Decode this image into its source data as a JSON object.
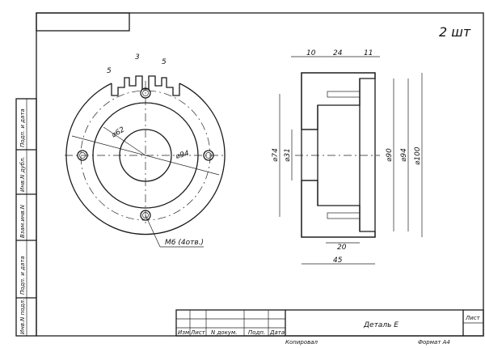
{
  "quantity": "2 шт",
  "front_view": {
    "slot_widths": [
      "5",
      "3",
      "5"
    ],
    "diameters": [
      "⌀62",
      "⌀94"
    ],
    "hole_callout": "M6 (4отв.)"
  },
  "section_view": {
    "top_dims": [
      "10",
      "24",
      "11"
    ],
    "left_diameters": [
      "⌀74",
      "⌀31"
    ],
    "right_diameters": [
      "⌀90",
      "⌀94",
      "⌀100"
    ],
    "bottom_dims": [
      "20",
      "45"
    ]
  },
  "side_strip": [
    "Подп. и дата",
    "Инв.N дубл.",
    "Взам.инв.N",
    "Подп. и дата",
    "Инв.N подл."
  ],
  "title_block": {
    "part_name": "Деталь Е",
    "sheet_label": "Лист",
    "columns": [
      "Изм",
      "Лист",
      "N докум.",
      "Подп.",
      "Дата"
    ]
  },
  "footer": {
    "copied": "Копировал",
    "format": "Формат А4"
  }
}
